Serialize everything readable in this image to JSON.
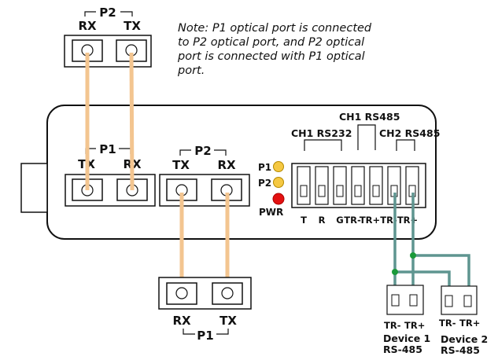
{
  "note": {
    "lines": [
      "Note: P1 optical port is connected",
      "to P2 optical port, and P2 optical",
      "port is connected with P1 optical",
      "port."
    ]
  },
  "top_module": {
    "group": "P2",
    "left": "RX",
    "right": "TX"
  },
  "device": {
    "port_p1": {
      "group": "P1",
      "left": "TX",
      "right": "RX"
    },
    "port_p2": {
      "group": "P2",
      "left": "TX",
      "right": "RX"
    },
    "leds": [
      {
        "label": "P1",
        "color": "#f5c842"
      },
      {
        "label": "P2",
        "color": "#f5c842"
      },
      {
        "label": "PWR",
        "color": "#e31111"
      }
    ],
    "terminal_groups": {
      "ch1_rs232": "CH1  RS232",
      "ch1_rs485": "CH1 RS485",
      "ch2_rs485": "CH2 RS485"
    },
    "terminals": [
      "T",
      "R",
      "G",
      "TR-",
      "TR+",
      "TR-",
      "TR+"
    ]
  },
  "bottom_module": {
    "group": "P1",
    "left": "RX",
    "right": "TX"
  },
  "devices": [
    {
      "pins": [
        "TR-",
        "TR+"
      ],
      "name": "Device 1",
      "type": "RS-485"
    },
    {
      "pins": [
        "TR-",
        "TR+"
      ],
      "name": "Device 2",
      "type": "RS-485"
    }
  ],
  "colors": {
    "fiber": "#f3c590",
    "wire": "#5f9590",
    "junction": "#1a9a3a"
  }
}
